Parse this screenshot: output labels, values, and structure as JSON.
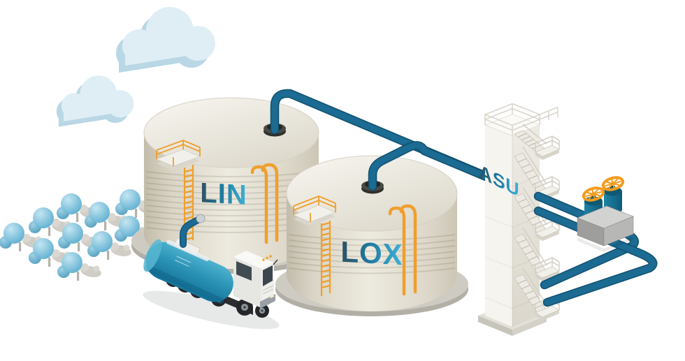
{
  "scene": {
    "type": "isometric air-separation-plant illustration",
    "tanks": [
      {
        "label": "LIN"
      },
      {
        "label": "LOX"
      }
    ],
    "column": {
      "label": "ASU"
    },
    "clouds": {
      "count": 2
    },
    "air_molecules": {
      "count": 10
    },
    "valve_station": {
      "handwheel_count": 2
    },
    "colors": {
      "pipe_blue": "#1b6b93",
      "pipe_outline": "#11506f",
      "label_gradient_dark": "#2d4f63",
      "label_gradient_light": "#3fb3d9",
      "tank_body": "#ece9df",
      "orange_accent": "#ef9f2e",
      "handwheel_orange": "#f39c1e",
      "cloud_blue": "#dfeef5",
      "molecule_blue": "#61b1d3",
      "truck_teal": "#2b94b6",
      "valve_teal": "#176f92"
    }
  }
}
